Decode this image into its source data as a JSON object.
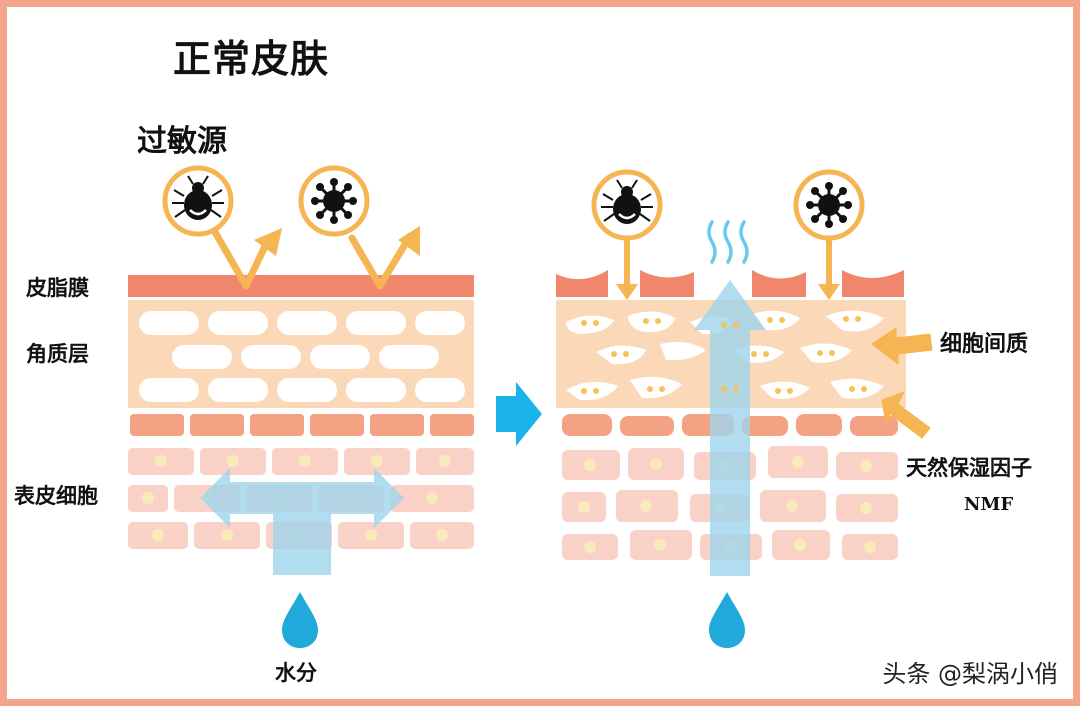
{
  "title": "正常皮肤",
  "allergen_label": "过敏源",
  "layers": {
    "sebum": "皮脂膜",
    "stratum_corneum": "角质层",
    "epidermal_cells": "表皮细胞"
  },
  "water_label": "水分",
  "right_labels": {
    "intercellular": "细胞间质",
    "nmf_cn": "天然保湿因子",
    "nmf_en": "NMF"
  },
  "watermark": "头条 @梨涡小俏",
  "colors": {
    "frame": "#f6a58d",
    "sebum": "#f0876c",
    "corneum": "#fbd9b8",
    "cell": "#f7b5a6",
    "water": "#9fd4ec",
    "arrow": "#f5b553",
    "transition": "#1ab4ea",
    "drop": "#22a9dc"
  },
  "icons": [
    "mite-icon",
    "virus-icon",
    "water-drop-icon",
    "steam-icon",
    "transition-arrow-icon"
  ]
}
